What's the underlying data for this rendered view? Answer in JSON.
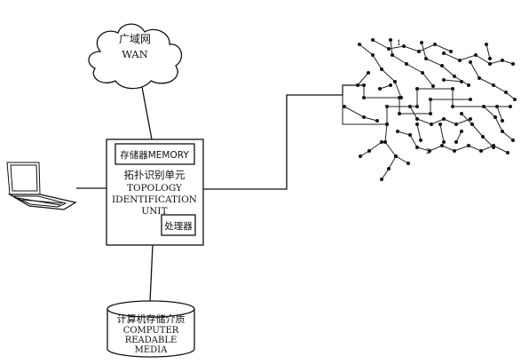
{
  "cloud": {
    "label_cn": "广域网",
    "label_en": "WAN"
  },
  "unit": {
    "memory_label": "存储器MEMORY",
    "title_cn": "拓扑识别单元",
    "title_en_1": "TOPOLOGY",
    "title_en_2": "IDENTIFICATION",
    "title_en_3": "UNIT",
    "processor_label": "处理器"
  },
  "storage": {
    "label_cn": "计算机存储介质",
    "label_en_1": "COMPUTER",
    "label_en_2": "READABLE",
    "label_en_3": "MEDIA"
  },
  "network": {
    "node_labels": [
      "1",
      "2"
    ]
  }
}
